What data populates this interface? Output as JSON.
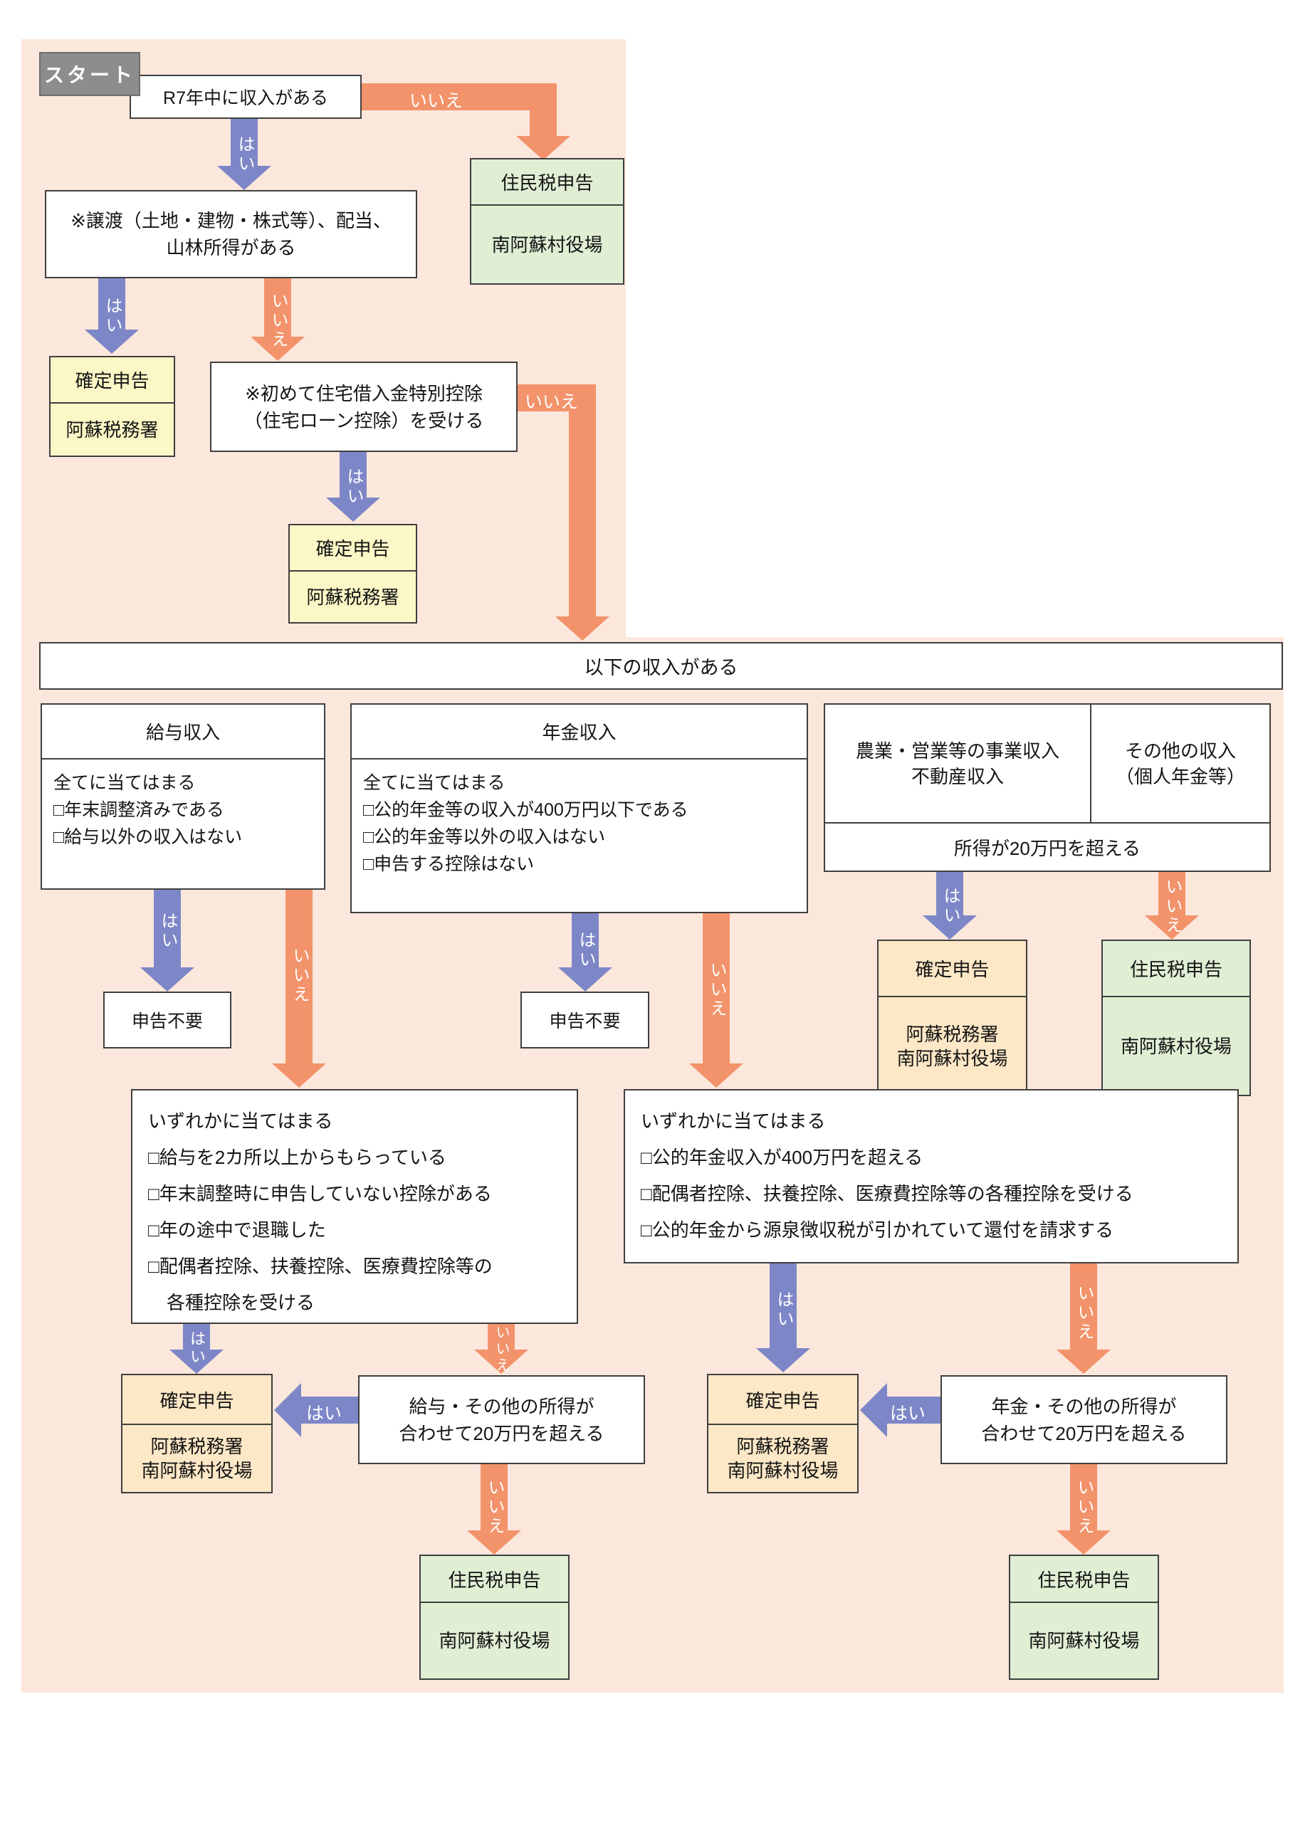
{
  "colors": {
    "background_pink": "#fce7dc",
    "arrow_yes_blue": "#7d87c7",
    "arrow_no_orange": "#f2936b",
    "box_yellow": "#fbf7c6",
    "box_peach": "#fce7c6",
    "box_green": "#e0efd4",
    "start_gray": "#8d8d8d"
  },
  "labels": {
    "yes": "はい",
    "no": "いいえ"
  },
  "start": "スタート",
  "q_income": "R7年中に収入がある",
  "q_transfer": {
    "line1": "※譲渡（土地・建物・株式等）、配当、",
    "line2": "山林所得がある"
  },
  "q_housing": {
    "line1": "※初めて住宅借入金特別控除",
    "line2": "（住宅ローン控除）を受ける"
  },
  "banner": "以下の収入がある",
  "results": {
    "resident_tax": "住民税申告",
    "final_return": "確定申告",
    "aso_tax_office": "阿蘇税務署",
    "minamiaso_office": "南阿蘇村役場",
    "no_filing": "申告不要"
  },
  "columns": {
    "salary": {
      "header": "給与収入",
      "lines": [
        "全てに当てはまる",
        "□年末調整済みである",
        "□給与以外の収入はない"
      ]
    },
    "pension": {
      "header": "年金収入",
      "lines": [
        "全てに当てはまる",
        "□公的年金等の収入が400万円以下である",
        "□公的年金等以外の収入はない",
        "□申告する控除はない"
      ]
    },
    "business": {
      "header_line1": "農業・営業等の事業収入",
      "header_line2": "不動産収入"
    },
    "other": {
      "header_line1": "その他の収入",
      "header_line2": "（個人年金等）"
    },
    "q_over200k": "所得が20万円を超える"
  },
  "cond_salary": {
    "lines": [
      "いずれかに当てはまる",
      "□給与を2カ所以上からもらっている",
      "□年末調整時に申告していない控除がある",
      "□年の途中で退職した",
      "□配偶者控除、扶養控除、医療費控除等の",
      "　各種控除を受ける"
    ]
  },
  "cond_pension": {
    "lines": [
      "いずれかに当てはまる",
      "□公的年金収入が400万円を超える",
      "□配偶者控除、扶養控除、医療費控除等の各種控除を受ける",
      "□公的年金から源泉徴収税が引かれていて還付を請求する"
    ]
  },
  "q_salary_over200k": {
    "line1": "給与・その他の所得が",
    "line2": "合わせて20万円を超える"
  },
  "q_pension_over200k": {
    "line1": "年金・その他の所得が",
    "line2": "合わせて20万円を超える"
  }
}
